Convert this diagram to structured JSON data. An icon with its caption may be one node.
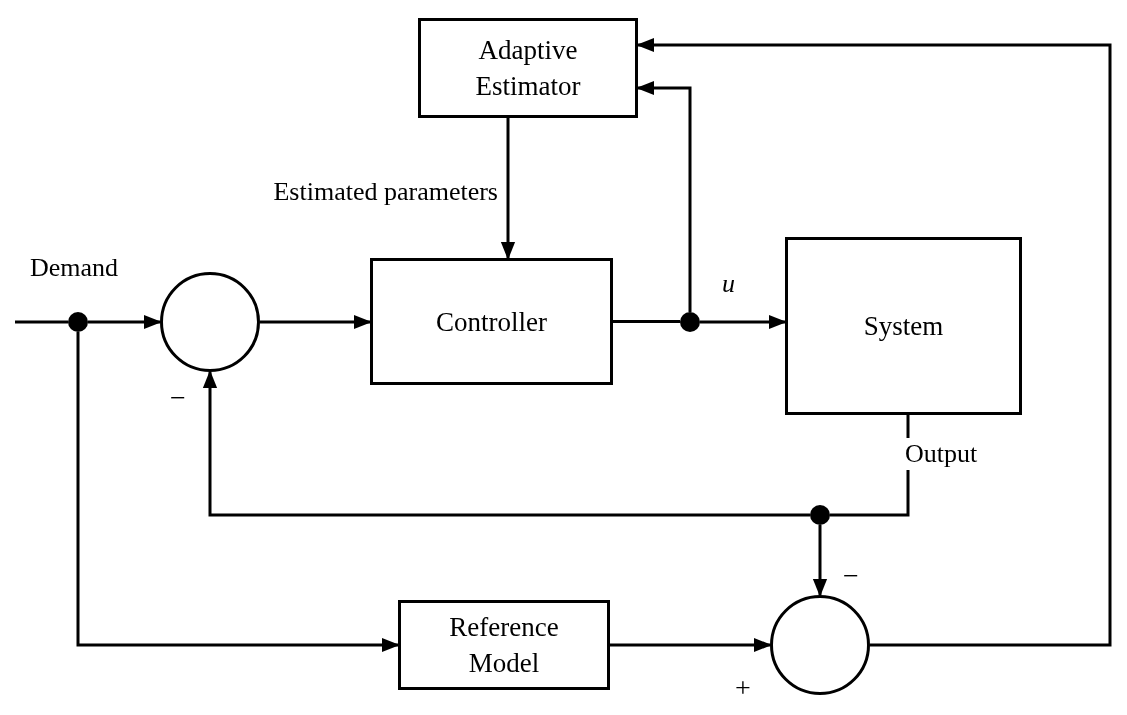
{
  "diagram": {
    "nodes": [
      {
        "text": [
          "Adaptive Estimator"
        ]
      },
      {
        "text": [],
        "shape": "dot"
      },
      {
        "text": [],
        "shape": "circle"
      },
      {
        "text": [
          "Controller"
        ]
      },
      {
        "text": [],
        "shape": "dot"
      },
      {
        "text": [
          "System"
        ]
      },
      {
        "text": [],
        "shape": "dot"
      },
      {
        "text": [
          "Reference Model"
        ]
      },
      {
        "text": [],
        "shape": "circle"
      }
    ],
    "edges": [
      {
        "from": null,
        "to": 1,
        "arrow": "none",
        "label": "Demand"
      },
      {
        "from": 1,
        "to": 2,
        "arrow": "to"
      },
      {
        "from": 1,
        "to": 7,
        "arrow": "to"
      },
      {
        "from": 2,
        "to": 3,
        "arrow": "to"
      },
      {
        "from": 3,
        "to": 4,
        "arrow": "none"
      },
      {
        "from": 4,
        "to": 5,
        "arrow": "to",
        "label": "u"
      },
      {
        "from": 4,
        "to": 0,
        "arrow": "to"
      },
      {
        "from": 0,
        "to": 3,
        "arrow": "to",
        "label": "Estimated parameters"
      },
      {
        "from": 5,
        "to": 6,
        "arrow": "none",
        "label": "Output"
      },
      {
        "from": 6,
        "to": 2,
        "arrow": "to"
      },
      {
        "from": 6,
        "to": 8,
        "arrow": "to"
      },
      {
        "from": 7,
        "to": 8,
        "arrow": "to"
      },
      {
        "from": 8,
        "to": 0,
        "arrow": "to"
      }
    ],
    "labels": [
      "−",
      "−",
      "+"
    ]
  }
}
